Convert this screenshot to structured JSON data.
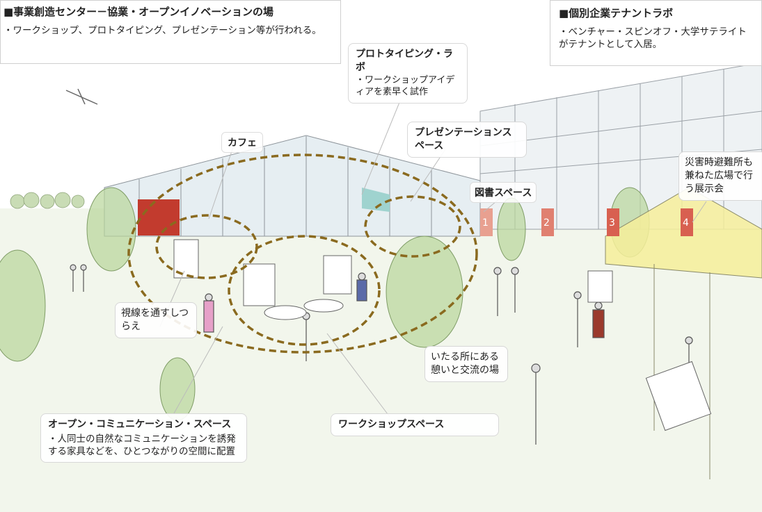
{
  "header_left": {
    "title": "■事業創造センター－協業・オープンイノベーションの場",
    "bullet": "・ワークショップ、プロトタイピング、プレゼンテーション等が行われる。"
  },
  "header_right": {
    "title": "■個別企業テナントラボ",
    "bullet": "・ベンチャー・スピンオフ・大学サテライトがテナントとして入居。"
  },
  "labels": {
    "prototyping_title": "プロトタイピング・ラボ",
    "prototyping_note": "・ワークショップアイディアを素早く試作",
    "cafe": "カフェ",
    "presentation": "プレゼンテーションスペース",
    "library": "図書スペース",
    "disaster_plaza": "災害時避難所も兼ねた広場で行う展示会",
    "sightline": "視線を通すしつらえ",
    "interaction": "いたる所にある憩いと交流の場",
    "workshop_space": "ワークショップスペース",
    "open_comm_title": "オープン・コミュニケーション・スペース",
    "open_comm_note": "・人同士の自然なコミュニケーションを誘発する家具などを、ひとつながりの空間に配置"
  },
  "library_numbers": [
    "1",
    "2",
    "3",
    "4"
  ],
  "colors": {
    "dash_ellipse": "#8a6a1f",
    "accent_red": "#c23b2e",
    "tent_yellow": "#f6ef9a",
    "tree_green": "#b8d69a"
  }
}
